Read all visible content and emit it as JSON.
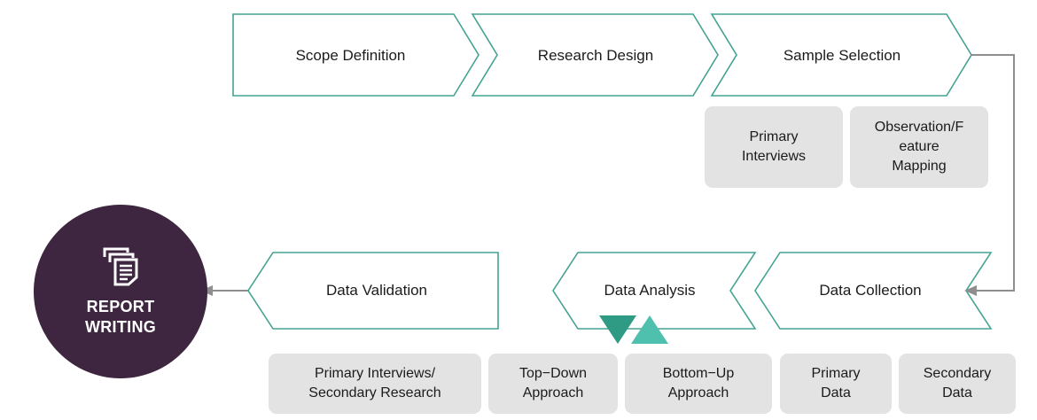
{
  "diagram": {
    "title_node": {
      "label_line1": "REPORT",
      "label_line2": "WRITING",
      "icon": "documents-icon",
      "color": "#3E2640"
    },
    "colors": {
      "chevron_stroke": "#43A392",
      "chevron_fill": "#FFFFFF",
      "subbox_fill": "#E3E3E3",
      "connector": "#8E8E8E",
      "triangle_down": "#2F9B85",
      "triangle_up": "#4FC0AD",
      "text": "#1B1B1B"
    },
    "row_top": {
      "direction": "left-to-right",
      "stages": [
        {
          "label": "Scope Definition"
        },
        {
          "label": "Research Design"
        },
        {
          "label": "Sample Selection"
        }
      ]
    },
    "row_bottom": {
      "direction": "right-to-left",
      "stages": [
        {
          "label": "Data Validation"
        },
        {
          "label": "Data Analysis"
        },
        {
          "label": "Data Collection"
        }
      ]
    },
    "sub_boxes_top": [
      {
        "lines": [
          "Primary",
          "Interviews"
        ]
      },
      {
        "lines": [
          "Observation/F",
          "eature",
          "Mapping"
        ]
      }
    ],
    "sub_boxes_bottom": [
      {
        "lines": [
          "Primary Interviews/",
          "Secondary Research"
        ]
      },
      {
        "lines": [
          "Top−Down",
          "Approach"
        ]
      },
      {
        "lines": [
          "Bottom−Up",
          "Approach"
        ]
      },
      {
        "lines": [
          "Primary",
          "Data"
        ]
      },
      {
        "lines": [
          "Secondary",
          "Data"
        ]
      }
    ]
  }
}
